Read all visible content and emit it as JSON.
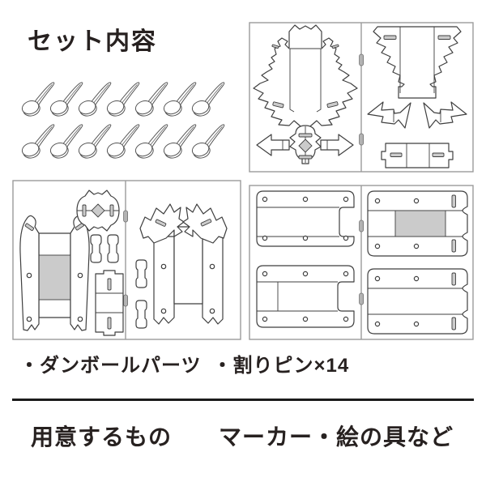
{
  "header": {
    "title": "セット内容"
  },
  "contents_line": {
    "items": [
      "・ダンボールパーツ",
      "・割りピン×14"
    ]
  },
  "prepare_line": {
    "label": "用意するもの",
    "items": "マーカー・絵の具など"
  },
  "illustration": {
    "split_pins": {
      "count": 14,
      "rows": 2,
      "per_row": 7
    },
    "panels": [
      "body-and-arrow-parts-sheet",
      "mask-and-arrow-parts-sheet",
      "legs-and-spine-parts-sheet",
      "wings-and-strips-parts-sheet",
      "bracket-parts-sheet",
      "base-plate-parts-sheet"
    ]
  },
  "colors": {
    "text": "#272120",
    "outline": "#3f3f3f",
    "panel_border": "#9b9b9b",
    "gray_fill": "#cbcbcb",
    "divider": "#1b1b1b",
    "background": "#ffffff"
  }
}
